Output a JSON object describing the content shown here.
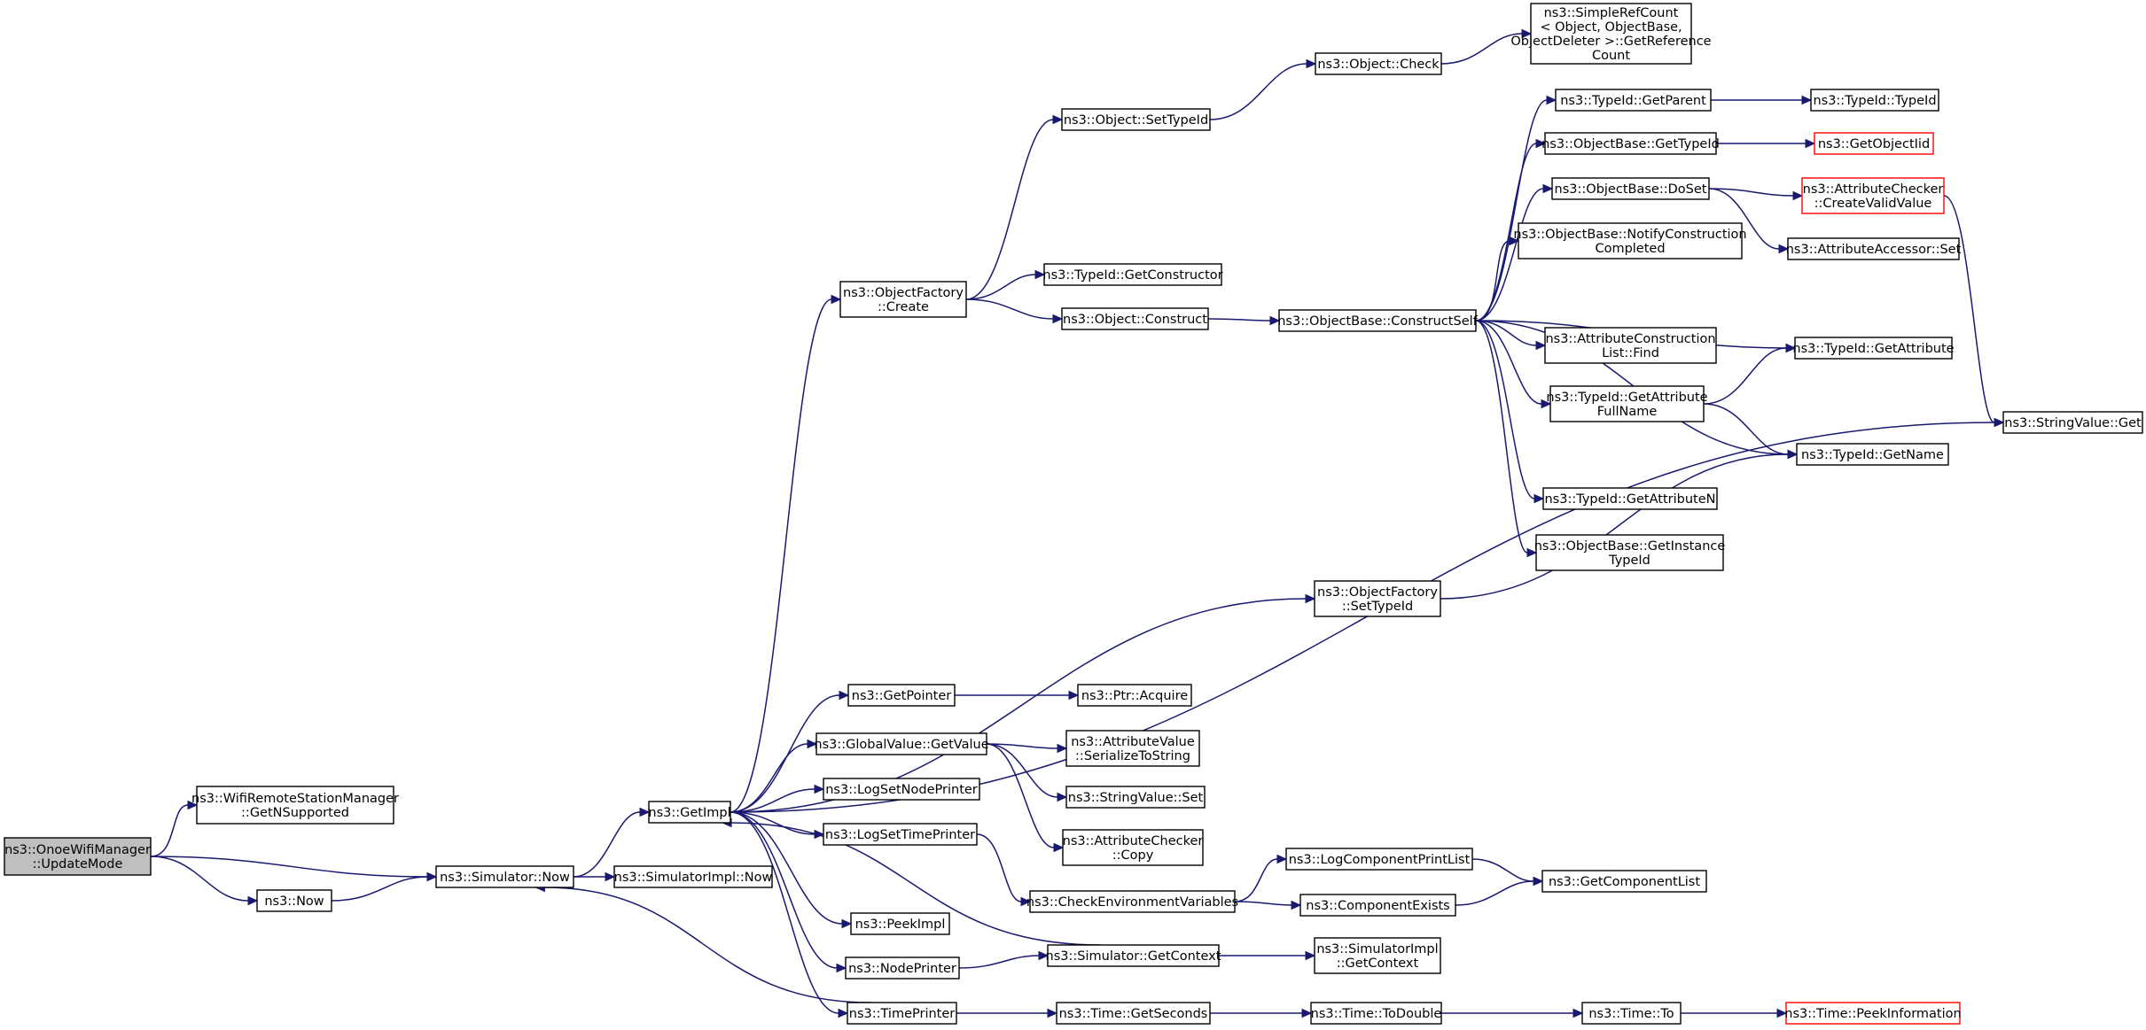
{
  "diagram": {
    "title": "",
    "nodes": [
      {
        "id": "update_mode",
        "lines": [
          "ns3::OnoeWifiManager",
          "::UpdateMode"
        ],
        "style": "root"
      },
      {
        "id": "get_nsupported",
        "lines": [
          "ns3::WifiRemoteStationManager",
          "::GetNSupported"
        ],
        "style": "normal"
      },
      {
        "id": "simulator_now",
        "lines": [
          "ns3::Simulator::Now"
        ],
        "style": "normal"
      },
      {
        "id": "ns3_now",
        "lines": [
          "ns3::Now"
        ],
        "style": "normal"
      },
      {
        "id": "simulatorimpl_now",
        "lines": [
          "ns3::SimulatorImpl::Now"
        ],
        "style": "normal"
      },
      {
        "id": "getimpl",
        "lines": [
          "ns3::GetImpl"
        ],
        "style": "normal"
      },
      {
        "id": "objectfactory_create",
        "lines": [
          "ns3::ObjectFactory",
          "::Create"
        ],
        "style": "normal"
      },
      {
        "id": "object_settypeid",
        "lines": [
          "ns3::Object::SetTypeId"
        ],
        "style": "normal"
      },
      {
        "id": "object_check",
        "lines": [
          "ns3::Object::Check"
        ],
        "style": "normal"
      },
      {
        "id": "simplerefcount",
        "lines": [
          "ns3::SimpleRefCount",
          "< Object, ObjectBase,",
          "ObjectDeleter >::GetReference",
          "Count"
        ],
        "style": "normal"
      },
      {
        "id": "typeid_getconstructor",
        "lines": [
          "ns3::TypeId::GetConstructor"
        ],
        "style": "normal"
      },
      {
        "id": "object_construct",
        "lines": [
          "ns3::Object::Construct"
        ],
        "style": "normal"
      },
      {
        "id": "constructself",
        "lines": [
          "ns3::ObjectBase::ConstructSelf"
        ],
        "style": "normal"
      },
      {
        "id": "typeid_getparent",
        "lines": [
          "ns3::TypeId::GetParent"
        ],
        "style": "normal"
      },
      {
        "id": "typeid_typeid",
        "lines": [
          "ns3::TypeId::TypeId"
        ],
        "style": "normal"
      },
      {
        "id": "objectbase_gettypeid",
        "lines": [
          "ns3::ObjectBase::GetTypeId"
        ],
        "style": "normal"
      },
      {
        "id": "getobjectiid",
        "lines": [
          "ns3::GetObjectIid"
        ],
        "style": "red"
      },
      {
        "id": "objectbase_doset",
        "lines": [
          "ns3::ObjectBase::DoSet"
        ],
        "style": "normal"
      },
      {
        "id": "checker_createvalidvalue",
        "lines": [
          "ns3::AttributeChecker",
          "::CreateValidValue"
        ],
        "style": "red"
      },
      {
        "id": "accessor_set",
        "lines": [
          "ns3::AttributeAccessor::Set"
        ],
        "style": "normal"
      },
      {
        "id": "notifyconstruction",
        "lines": [
          "ns3::ObjectBase::NotifyConstruction",
          "Completed"
        ],
        "style": "normal"
      },
      {
        "id": "constructionlist_find",
        "lines": [
          "ns3::AttributeConstruction",
          "List::Find"
        ],
        "style": "normal"
      },
      {
        "id": "typeid_getattribute",
        "lines": [
          "ns3::TypeId::GetAttribute"
        ],
        "style": "normal"
      },
      {
        "id": "typeid_getattributefullname",
        "lines": [
          "ns3::TypeId::GetAttribute",
          "FullName"
        ],
        "style": "normal"
      },
      {
        "id": "typeid_getname",
        "lines": [
          "ns3::TypeId::GetName"
        ],
        "style": "normal"
      },
      {
        "id": "typeid_getattributen",
        "lines": [
          "ns3::TypeId::GetAttributeN"
        ],
        "style": "normal"
      },
      {
        "id": "getinstancetypeid",
        "lines": [
          "ns3::ObjectBase::GetInstance",
          "TypeId"
        ],
        "style": "normal"
      },
      {
        "id": "stringvalue_get",
        "lines": [
          "ns3::StringValue::Get"
        ],
        "style": "normal"
      },
      {
        "id": "objectfactory_settypeid",
        "lines": [
          "ns3::ObjectFactory",
          "::SetTypeId"
        ],
        "style": "normal"
      },
      {
        "id": "getpointer",
        "lines": [
          "ns3::GetPointer"
        ],
        "style": "normal"
      },
      {
        "id": "ptr_acquire",
        "lines": [
          "ns3::Ptr::Acquire"
        ],
        "style": "normal"
      },
      {
        "id": "globalvalue_getvalue",
        "lines": [
          "ns3::GlobalValue::GetValue"
        ],
        "style": "normal"
      },
      {
        "id": "serializetostring",
        "lines": [
          "ns3::AttributeValue",
          "::SerializeToString"
        ],
        "style": "normal"
      },
      {
        "id": "stringvalue_set",
        "lines": [
          "ns3::StringValue::Set"
        ],
        "style": "normal"
      },
      {
        "id": "checker_copy",
        "lines": [
          "ns3::AttributeChecker",
          "::Copy"
        ],
        "style": "normal"
      },
      {
        "id": "logsetnodeprinter",
        "lines": [
          "ns3::LogSetNodePrinter"
        ],
        "style": "normal"
      },
      {
        "id": "logsettimeprinter",
        "lines": [
          "ns3::LogSetTimePrinter"
        ],
        "style": "normal"
      },
      {
        "id": "checkenvvars",
        "lines": [
          "ns3::CheckEnvironmentVariables"
        ],
        "style": "normal"
      },
      {
        "id": "logcomponentprintlist",
        "lines": [
          "ns3::LogComponentPrintList"
        ],
        "style": "normal"
      },
      {
        "id": "componentexists",
        "lines": [
          "ns3::ComponentExists"
        ],
        "style": "normal"
      },
      {
        "id": "getcomponentlist",
        "lines": [
          "ns3::GetComponentList"
        ],
        "style": "normal"
      },
      {
        "id": "peekimpl",
        "lines": [
          "ns3::PeekImpl"
        ],
        "style": "normal"
      },
      {
        "id": "nodeprinter",
        "lines": [
          "ns3::NodePrinter"
        ],
        "style": "normal"
      },
      {
        "id": "simulator_getcontext",
        "lines": [
          "ns3::Simulator::GetContext"
        ],
        "style": "normal"
      },
      {
        "id": "simulatorimpl_getcontext",
        "lines": [
          "ns3::SimulatorImpl",
          "::GetContext"
        ],
        "style": "normal"
      },
      {
        "id": "timeprinter",
        "lines": [
          "ns3::TimePrinter"
        ],
        "style": "normal"
      },
      {
        "id": "time_getseconds",
        "lines": [
          "ns3::Time::GetSeconds"
        ],
        "style": "normal"
      },
      {
        "id": "time_todouble",
        "lines": [
          "ns3::Time::ToDouble"
        ],
        "style": "normal"
      },
      {
        "id": "time_to",
        "lines": [
          "ns3::Time::To"
        ],
        "style": "normal"
      },
      {
        "id": "time_peekinformation",
        "lines": [
          "ns3::Time::PeekInformation"
        ],
        "style": "red"
      }
    ],
    "edges": [
      [
        "update_mode",
        "get_nsupported"
      ],
      [
        "update_mode",
        "simulator_now"
      ],
      [
        "update_mode",
        "ns3_now"
      ],
      [
        "ns3_now",
        "simulator_now"
      ],
      [
        "simulator_now",
        "simulatorimpl_now"
      ],
      [
        "simulator_now",
        "getimpl"
      ],
      [
        "getimpl",
        "objectfactory_create"
      ],
      [
        "objectfactory_create",
        "object_settypeid"
      ],
      [
        "object_settypeid",
        "object_check"
      ],
      [
        "object_check",
        "simplerefcount"
      ],
      [
        "objectfactory_create",
        "typeid_getconstructor"
      ],
      [
        "objectfactory_create",
        "object_construct"
      ],
      [
        "object_construct",
        "constructself"
      ],
      [
        "constructself",
        "typeid_getparent"
      ],
      [
        "typeid_getparent",
        "typeid_typeid"
      ],
      [
        "constructself",
        "objectbase_gettypeid"
      ],
      [
        "objectbase_gettypeid",
        "getobjectiid"
      ],
      [
        "constructself",
        "objectbase_doset"
      ],
      [
        "objectbase_doset",
        "checker_createvalidvalue"
      ],
      [
        "objectbase_doset",
        "accessor_set"
      ],
      [
        "checker_createvalidvalue",
        "stringvalue_get"
      ],
      [
        "constructself",
        "notifyconstruction"
      ],
      [
        "constructself",
        "constructionlist_find"
      ],
      [
        "constructself",
        "typeid_getattribute"
      ],
      [
        "constructself",
        "typeid_getattributefullname"
      ],
      [
        "typeid_getattributefullname",
        "typeid_getattribute"
      ],
      [
        "typeid_getattributefullname",
        "typeid_getname"
      ],
      [
        "constructself",
        "typeid_getname"
      ],
      [
        "constructself",
        "typeid_getattributen"
      ],
      [
        "constructself",
        "getinstancetypeid"
      ],
      [
        "getimpl",
        "objectfactory_settypeid"
      ],
      [
        "objectfactory_settypeid",
        "typeid_getname"
      ],
      [
        "getimpl",
        "stringvalue_get"
      ],
      [
        "getimpl",
        "getpointer"
      ],
      [
        "getpointer",
        "ptr_acquire"
      ],
      [
        "getimpl",
        "globalvalue_getvalue"
      ],
      [
        "globalvalue_getvalue",
        "serializetostring"
      ],
      [
        "globalvalue_getvalue",
        "stringvalue_set"
      ],
      [
        "globalvalue_getvalue",
        "checker_copy"
      ],
      [
        "getimpl",
        "logsetnodeprinter"
      ],
      [
        "getimpl",
        "logsettimeprinter"
      ],
      [
        "logsettimeprinter",
        "checkenvvars"
      ],
      [
        "checkenvvars",
        "logcomponentprintlist"
      ],
      [
        "checkenvvars",
        "componentexists"
      ],
      [
        "logcomponentprintlist",
        "getcomponentlist"
      ],
      [
        "componentexists",
        "getcomponentlist"
      ],
      [
        "getimpl",
        "peekimpl"
      ],
      [
        "getimpl",
        "nodeprinter"
      ],
      [
        "nodeprinter",
        "simulator_getcontext"
      ],
      [
        "simulator_getcontext",
        "getimpl"
      ],
      [
        "simulator_getcontext",
        "simulatorimpl_getcontext"
      ],
      [
        "getimpl",
        "timeprinter"
      ],
      [
        "timeprinter",
        "simulator_now"
      ],
      [
        "timeprinter",
        "time_getseconds"
      ],
      [
        "time_getseconds",
        "time_todouble"
      ],
      [
        "time_todouble",
        "time_to"
      ],
      [
        "time_to",
        "time_peekinformation"
      ]
    ]
  }
}
